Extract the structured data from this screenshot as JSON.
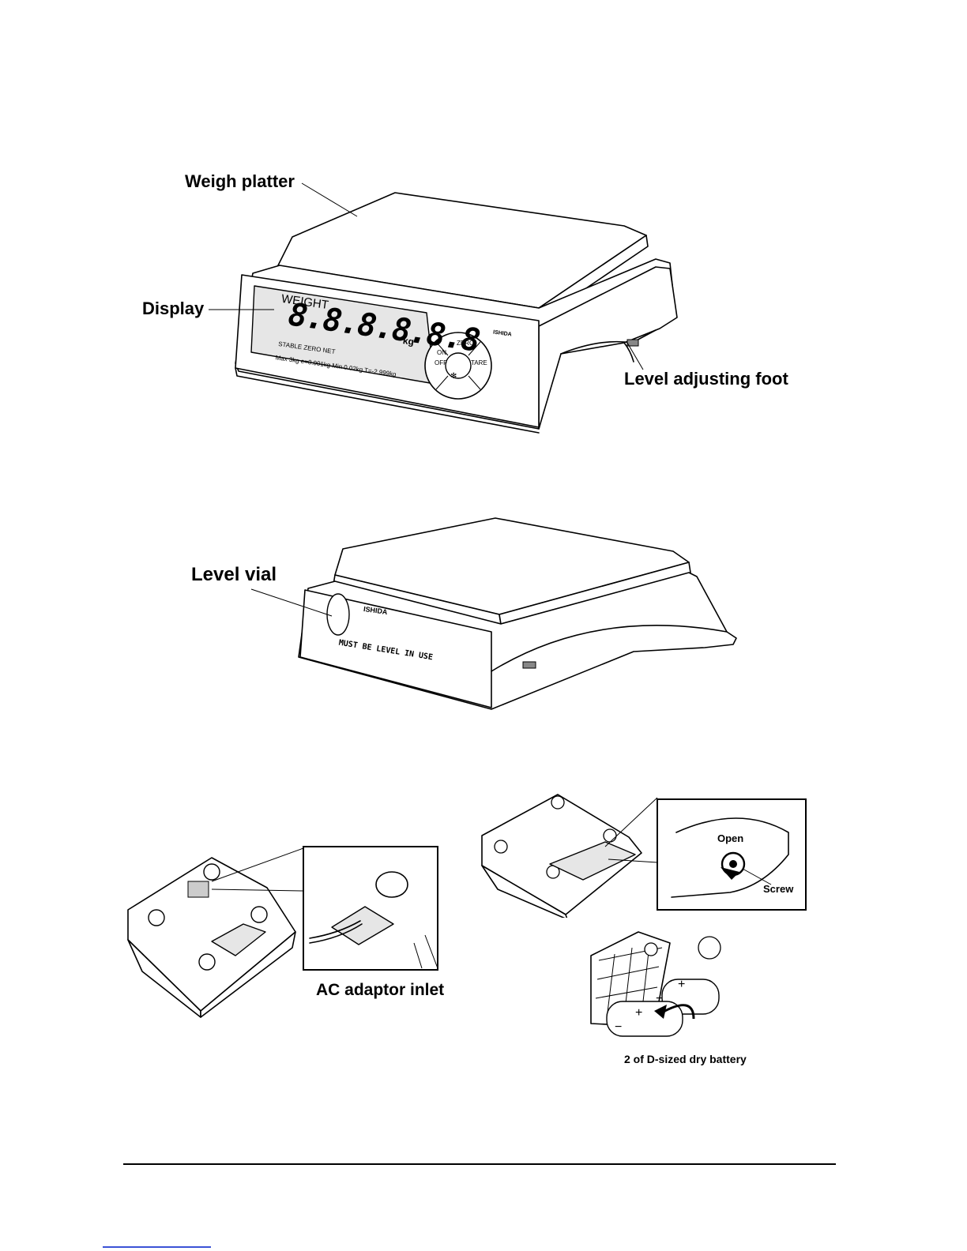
{
  "figure1": {
    "labels": {
      "weigh_platter": "Weigh platter",
      "display": "Display",
      "level_foot": "Level adjusting foot"
    },
    "display_panel": {
      "title": "WEIGHT",
      "digits": "8.8.8.8.8.8",
      "unit": "kg",
      "indicators": "STABLE  ZERO   NET",
      "spec_line": "Max 3kg  e=0.001kg  Min 0.02kg  T=-2.999kg"
    },
    "keys": {
      "on_off_top": "ON",
      "on_off_bottom": "OFF",
      "zero": "ZERO",
      "tare": "TARE",
      "star": "✻"
    },
    "brand": "ISHIDA"
  },
  "figure2": {
    "labels": {
      "level_vial": "Level vial"
    },
    "brand": "ISHIDA",
    "caution": "MUST BE LEVEL IN USE"
  },
  "figure3": {
    "labels": {
      "ac_inlet": "AC adaptor inlet"
    }
  },
  "figure4": {
    "labels": {
      "open": "Open",
      "screw": "Screw",
      "battery": "2 of D-sized dry battery"
    },
    "battery_marks": {
      "plus": "+",
      "minus": "−"
    }
  }
}
